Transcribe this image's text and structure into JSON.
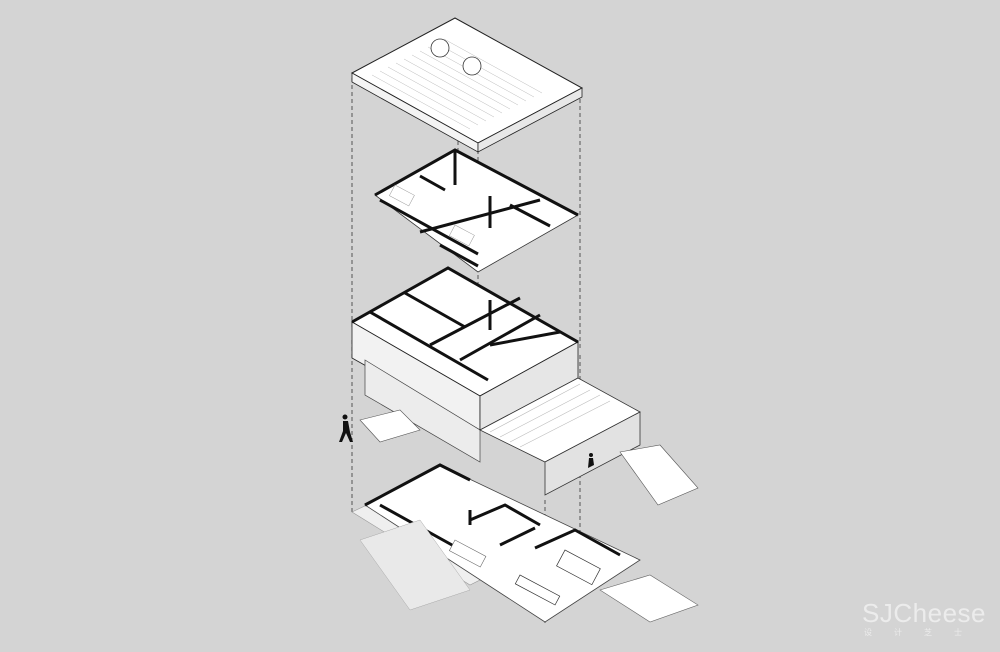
{
  "diagram": {
    "type": "exploded-axonometric",
    "layers": [
      "roof",
      "upper-floor-plan",
      "middle-volume",
      "ground-floor-plan"
    ],
    "background_color": "#d4d4d4",
    "line_color": "#111111",
    "surface_color": "#ffffff"
  },
  "watermark": {
    "main": "SJCheese",
    "sub": "设计芝士"
  }
}
